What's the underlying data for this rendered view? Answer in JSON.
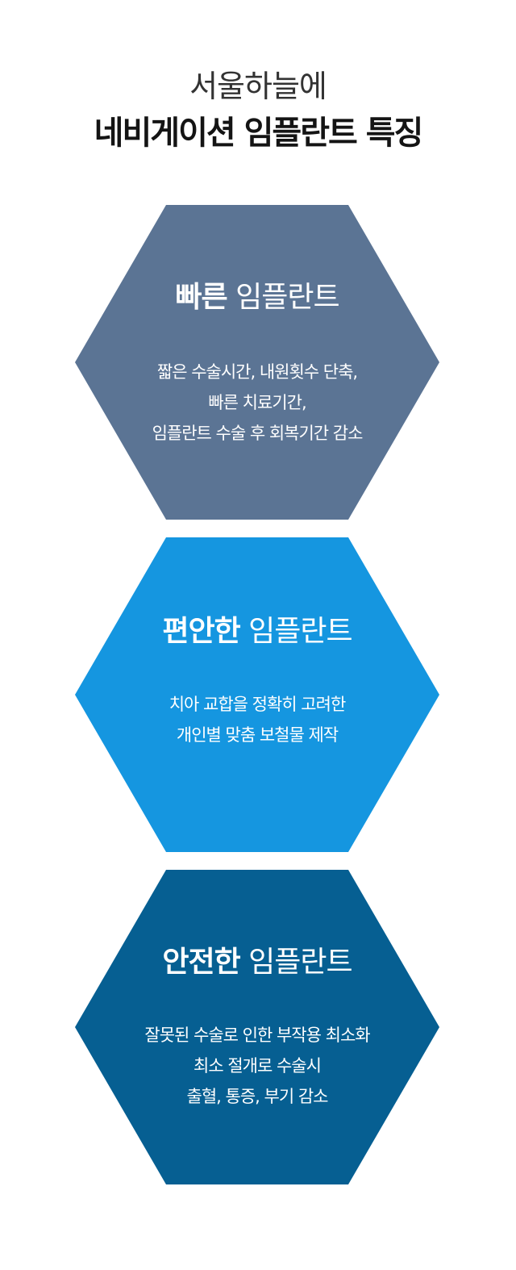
{
  "header": {
    "subtitle": "서울하늘에",
    "title": "네비게이션 임플란트 특징"
  },
  "colors": {
    "fast": "#5b7494",
    "comfortable": "#1596e0",
    "safe": "#065f92"
  },
  "features": [
    {
      "title_strong": "빠른",
      "title_rest": "임플란트",
      "lines": [
        "짧은 수술시간, 내원횟수 단축,",
        "빠른 치료기간,",
        "임플란트 수술 후 회복기간 감소"
      ]
    },
    {
      "title_strong": "편안한",
      "title_rest": "임플란트",
      "lines": [
        "치아 교합을 정확히 고려한",
        "개인별 맞춤 보철물 제작"
      ]
    },
    {
      "title_strong": "안전한",
      "title_rest": "임플란트",
      "lines": [
        "잘못된 수술로 인한 부작용 최소화",
        "최소 절개로 수술시",
        "출혈, 통증, 부기 감소"
      ]
    }
  ]
}
